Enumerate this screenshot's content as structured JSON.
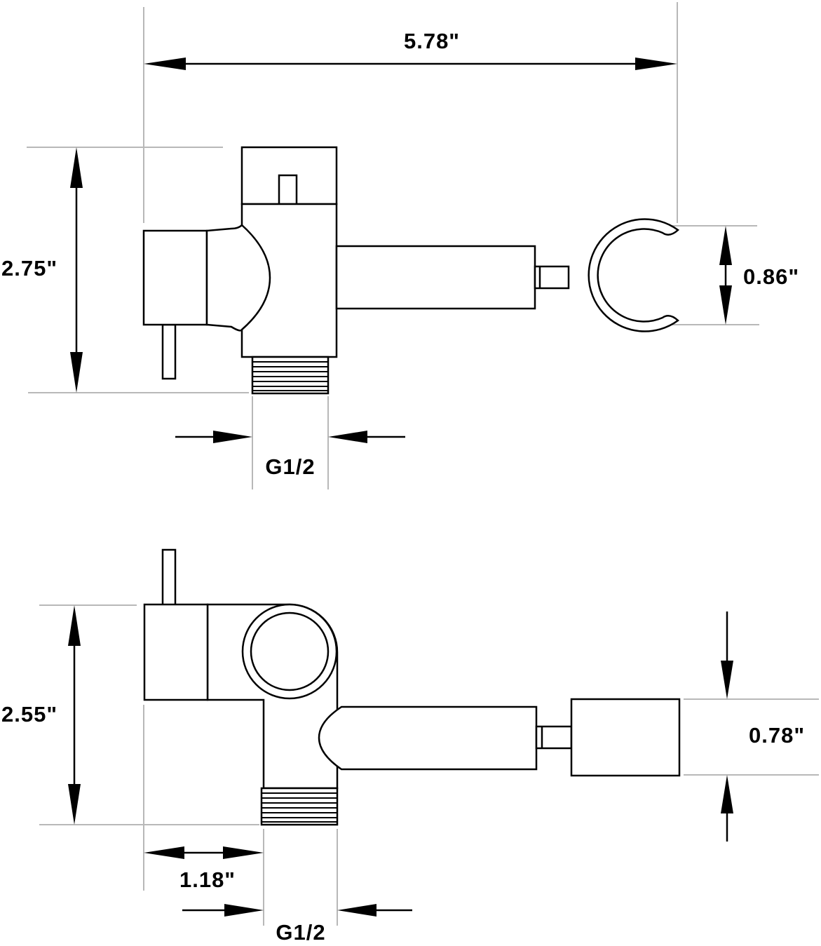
{
  "top_view": {
    "width_dim": "5.78\"",
    "height_dim": "2.75\"",
    "holder_dim": "0.86\"",
    "thread_dim": "G1/2"
  },
  "bottom_view": {
    "height_dim": "2.55\"",
    "holder_dim": "0.78\"",
    "offset_dim": "1.18\"",
    "thread_dim": "G1/2"
  },
  "colors": {
    "line": "#000000",
    "extension_line": "#b8b8b8",
    "background": "#ffffff"
  }
}
